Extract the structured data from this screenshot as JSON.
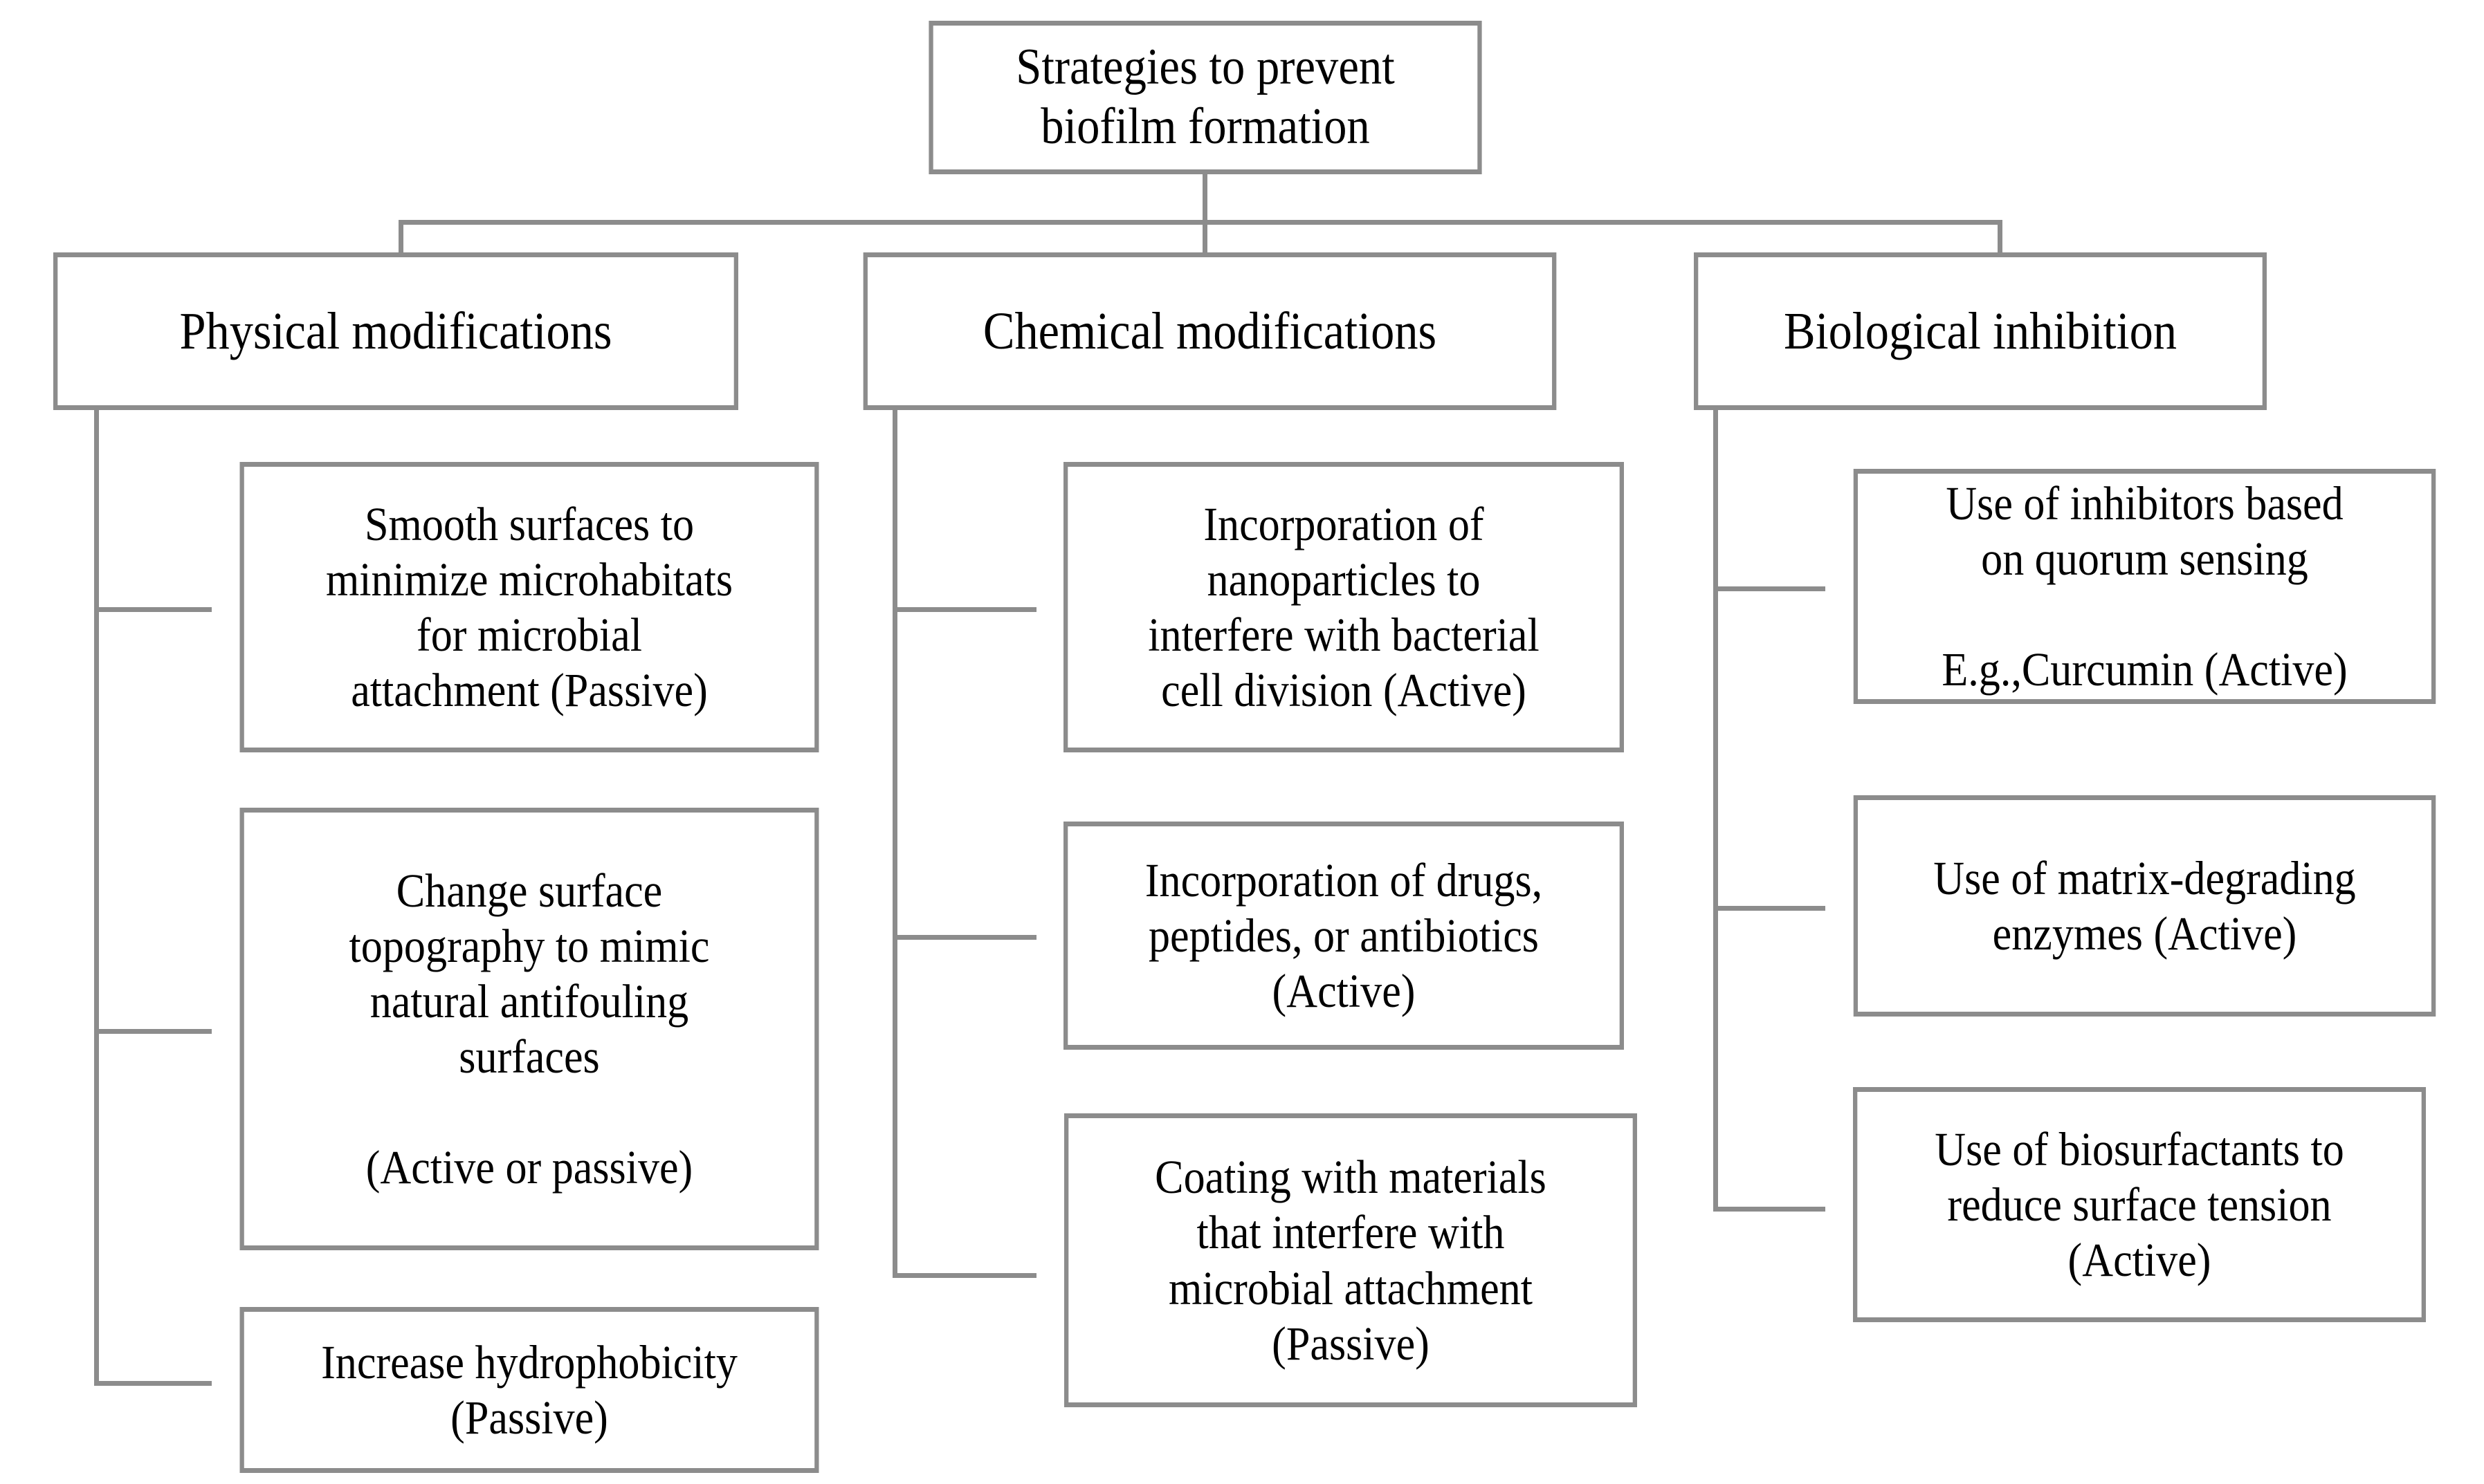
{
  "diagram": {
    "title": "Strategies to prevent biofilm formation",
    "type": "hierarchy-tree",
    "border_color": "#8c8c8c",
    "text_color": "#000000",
    "background_color": "#ffffff",
    "root": {
      "label": "Strategies to prevent\nbiofilm formation"
    },
    "categories": [
      {
        "label": "Physical modifications",
        "leaves": [
          {
            "label": "Smooth surfaces to\nminimize microhabitats\nfor microbial\nattachment (Passive)"
          },
          {
            "label": "Change surface\ntopography to mimic\nnatural antifouling\nsurfaces\n\n(Active or passive)"
          },
          {
            "label": "Increase hydrophobicity\n(Passive)"
          }
        ]
      },
      {
        "label": "Chemical modifications",
        "leaves": [
          {
            "label": "Incorporation of\nnanoparticles to\ninterfere with bacterial\ncell division (Active)"
          },
          {
            "label": "Incorporation of drugs,\npeptides, or antibiotics\n(Active)"
          },
          {
            "label": "Coating with materials\nthat interfere with\nmicrobial attachment\n(Passive)"
          }
        ]
      },
      {
        "label": "Biological inhibition",
        "leaves": [
          {
            "label": "Use of inhibitors based\non quorum sensing\n\nE.g.,Curcumin (Active)"
          },
          {
            "label": "Use of matrix-degrading\nenzymes (Active)"
          },
          {
            "label": "Use of biosurfactants to\nreduce surface tension\n(Active)"
          }
        ]
      }
    ]
  }
}
